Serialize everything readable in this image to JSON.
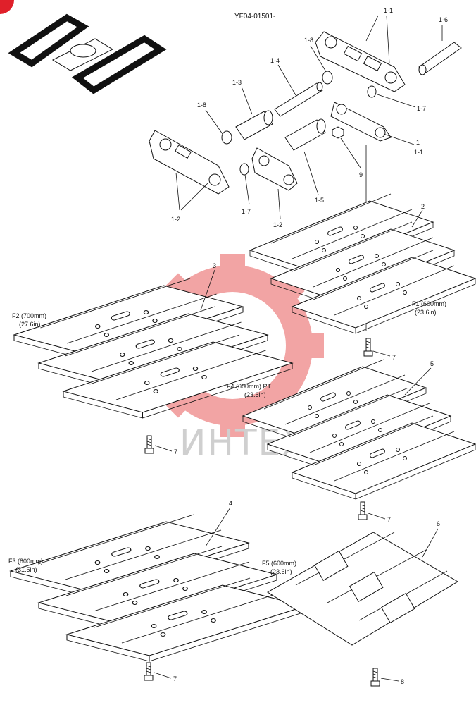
{
  "diagram_code": "YF04-01501-",
  "watermark_text": "ИНТЕХ",
  "callouts": {
    "p1_1_top": "1-1",
    "p1_6": "1-6",
    "p1_8_top": "1-8",
    "p1_4": "1-4",
    "p1_3": "1-3",
    "p1_8_left": "1-8",
    "p1_7_right": "1-7",
    "p1": "1",
    "p1_1": "1-1",
    "p9": "9",
    "p1_5": "1-5",
    "p1_7_left": "1-7",
    "p1_2_left": "1-2",
    "p1_2_mid": "1-2",
    "p2": "2",
    "p3": "3",
    "p4": "4",
    "p5": "5",
    "p6": "6",
    "p7_a": "7",
    "p7_b": "7",
    "p7_c": "7",
    "p7_d": "7",
    "p8": "8"
  },
  "shoe_labels": {
    "f1_line1": "F1 (600mm)",
    "f1_line2": "(23.6in)",
    "f2_line1": "F2 (700mm)",
    "f2_line2": "(27.6in)",
    "f3_line1": "F3 (800mm)",
    "f3_line2": "(31.5in)",
    "f4_line1": "F4 (600mm) PT",
    "f4_line2": "(23.6in)",
    "f5_line1": "F5 (600mm)",
    "f5_line2": "(23.6in)"
  },
  "colors": {
    "line": "#111111",
    "watermark_gear": "#e85a5a",
    "watermark_text": "#cfcfcf",
    "corner_badge": "#e0202a"
  }
}
